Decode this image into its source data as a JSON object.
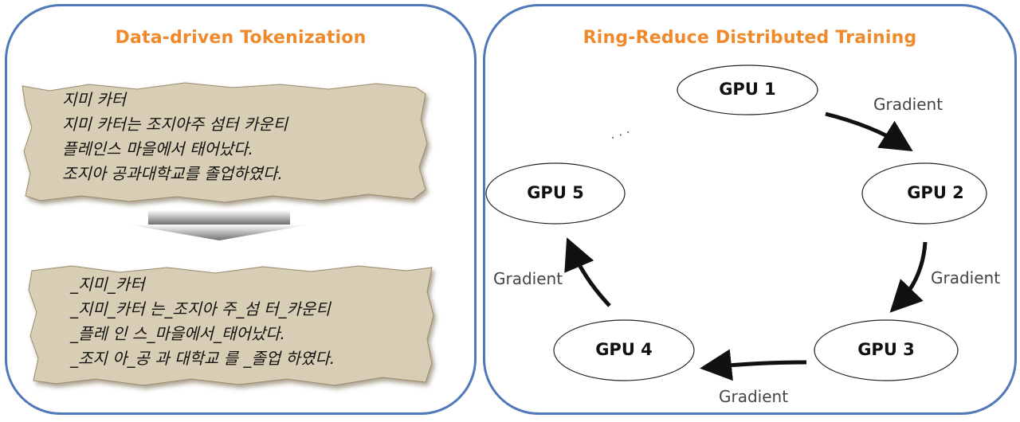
{
  "left_panel": {
    "title": "Data-driven Tokenization",
    "input_lines": [
      "지미 카터",
      "지미 카터는 조지아주 섬터 카운티",
      "플레인스 마을에서 태어났다.",
      "조지아 공과대학교를 졸업하였다."
    ],
    "output_lines": [
      "_지미_카터",
      "_지미_카터 는_조지아 주_섬 터_카운티",
      "_플레 인 스_마을에서_태어났다.",
      "_조지 아_공 과 대학교 를 _졸업 하였다."
    ]
  },
  "right_panel": {
    "title": "Ring-Reduce Distributed Training",
    "gpus": [
      "GPU 1",
      "GPU 2",
      "GPU 3",
      "GPU 4",
      "GPU 5"
    ],
    "gradient_label": "Gradient",
    "ellipsis": "· · ·"
  },
  "colors": {
    "border": "#4f79b9",
    "title": "#ee8a2c",
    "paper": "#d8cfb6",
    "paper_edge": "#8a7b5c"
  }
}
